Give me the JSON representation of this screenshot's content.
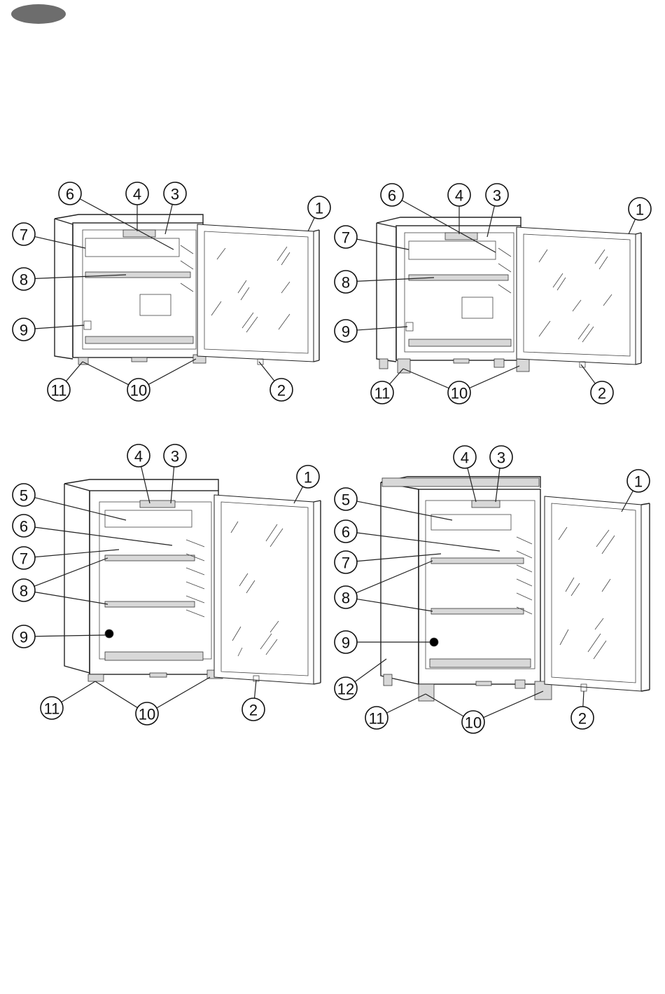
{
  "page": {
    "tab_color": "#6d6d6d"
  },
  "figures": [
    {
      "id": "A",
      "labels": [
        "1",
        "2",
        "3",
        "4",
        "6",
        "7",
        "8",
        "9",
        "10",
        "11"
      ]
    },
    {
      "id": "B",
      "labels": [
        "1",
        "2",
        "3",
        "4",
        "6",
        "7",
        "8",
        "9",
        "10",
        "11"
      ]
    },
    {
      "id": "C",
      "labels": [
        "1",
        "2",
        "3",
        "4",
        "5",
        "6",
        "7",
        "8",
        "9",
        "10",
        "11"
      ]
    },
    {
      "id": "D",
      "labels": [
        "1",
        "2",
        "3",
        "4",
        "5",
        "6",
        "7",
        "8",
        "9",
        "10",
        "11",
        "12"
      ]
    }
  ]
}
